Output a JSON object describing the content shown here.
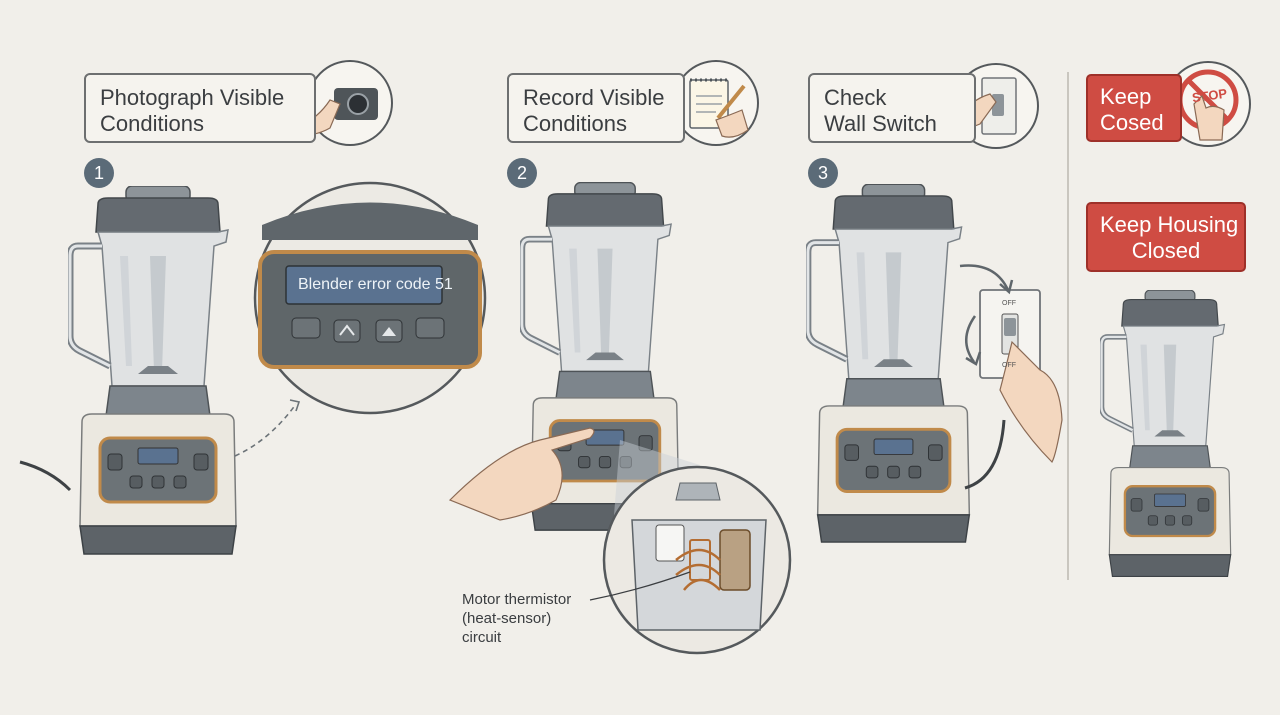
{
  "steps": [
    {
      "number": "1",
      "label_lines": [
        "Photograph Visible",
        "Conditions"
      ]
    },
    {
      "number": "2",
      "label_lines": [
        "Record Visible",
        "Conditions"
      ]
    },
    {
      "number": "3",
      "label_lines": [
        "Check",
        "Wall Switch"
      ]
    }
  ],
  "warnings": {
    "top_lines": [
      "Keep",
      "Cosed"
    ],
    "main_lines": [
      "Keep Housing",
      "Closed"
    ],
    "stop_sign_text": "STOP"
  },
  "display": {
    "error_text": "Blender error code 51"
  },
  "annotation": {
    "lines": [
      "Motor thermistor",
      "(heat-sensor)",
      "circuit"
    ]
  },
  "switch": {
    "off_top": "OFF",
    "off_bottom": "OFF"
  },
  "colors": {
    "background": "#f1efea",
    "warning_red": "#cf4c43",
    "step_badge": "#5b6b78",
    "lcd_blue": "#5a7290",
    "accent_trim": "#c08a4a"
  }
}
